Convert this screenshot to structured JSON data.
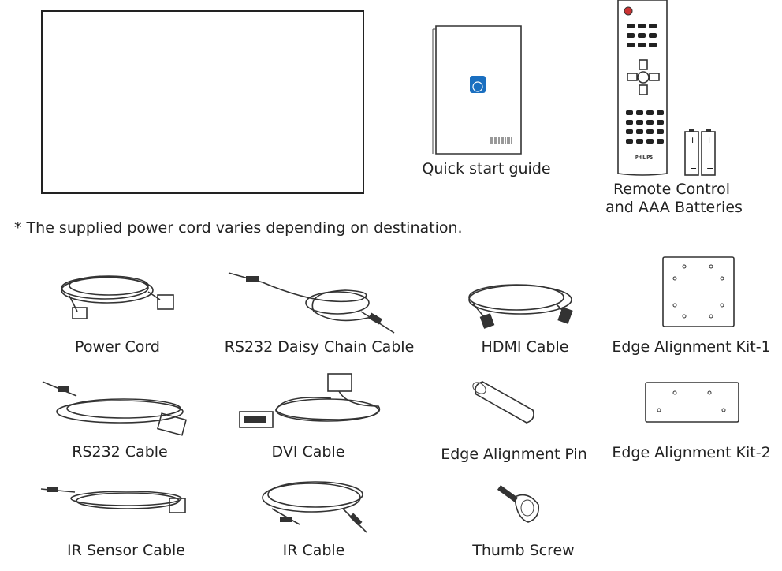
{
  "top": {
    "guide_label": "Quick start guide",
    "remote_label_line1": "Remote Control",
    "remote_label_line2": "and AAA Batteries",
    "remote_brand": "PHILIPS",
    "note": "* The supplied power cord varies depending on destination."
  },
  "items": [
    {
      "label": "Power Cord"
    },
    {
      "label": "RS232 Daisy Chain Cable"
    },
    {
      "label": "HDMI Cable"
    },
    {
      "label": "Edge Alignment Kit-1"
    },
    {
      "label": "RS232 Cable"
    },
    {
      "label": "DVI Cable"
    },
    {
      "label": "Edge Alignment Pin"
    },
    {
      "label": "Edge Alignment Kit-2"
    },
    {
      "label": "IR Sensor Cable"
    },
    {
      "label": "IR Cable"
    },
    {
      "label": "Thumb Screw"
    }
  ],
  "colors": {
    "logo": "#1a6fc0",
    "line": "#333333"
  }
}
